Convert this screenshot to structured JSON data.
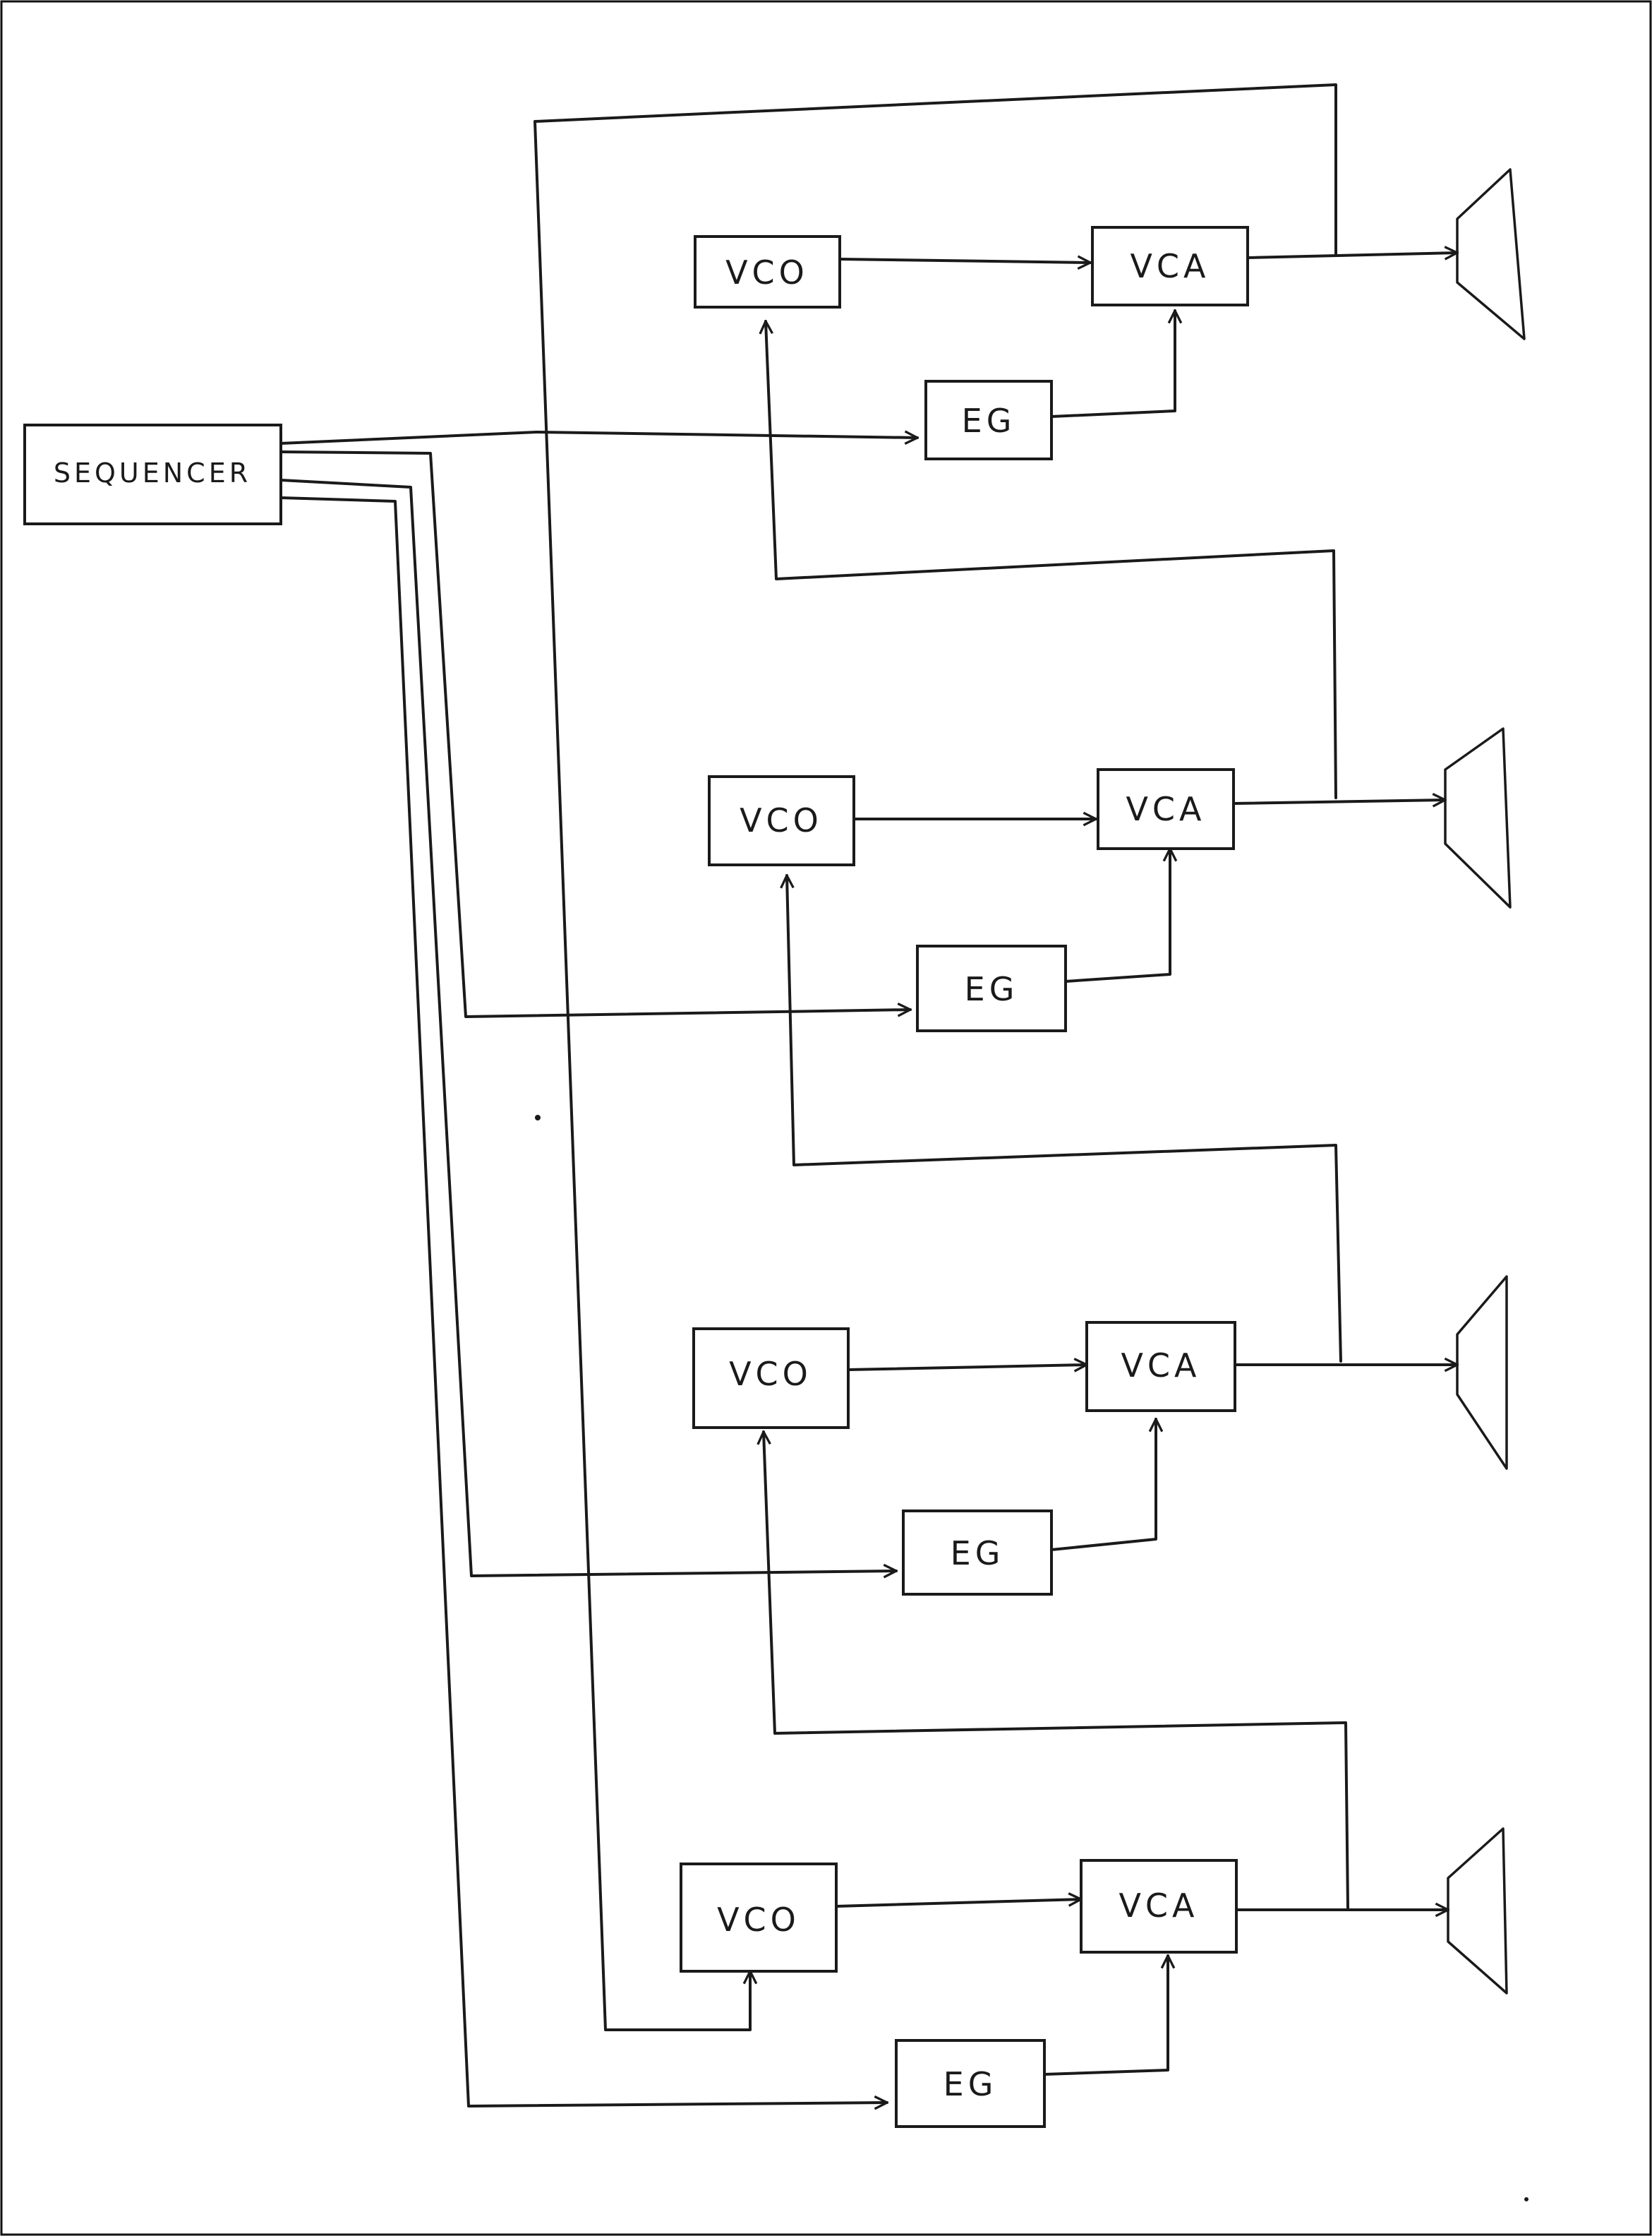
{
  "diagram": {
    "sequencer_label": "SEQUENCER",
    "voices": [
      {
        "vco_label": "VCO",
        "vca_label": "VCA",
        "eg_label": "EG"
      },
      {
        "vco_label": "VCO",
        "vca_label": "VCA",
        "eg_label": "EG"
      },
      {
        "vco_label": "VCO",
        "vca_label": "VCA",
        "eg_label": "EG"
      },
      {
        "vco_label": "VCO",
        "vca_label": "VCA",
        "eg_label": "EG"
      }
    ],
    "speaker_icon": "speaker-icon",
    "colors": {
      "ink": "#1a1a1a",
      "paper": "#ffffff"
    }
  }
}
